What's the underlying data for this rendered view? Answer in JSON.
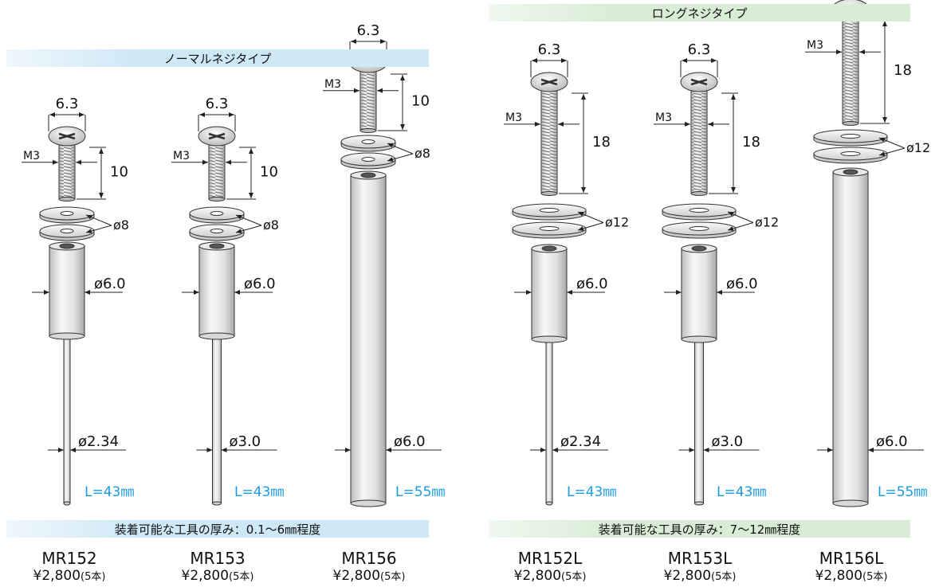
{
  "sections": {
    "normal": {
      "title": "ノーマルネジタイプ",
      "thickness_note": "装着可能な工具の厚み：0.1〜6㎜程度"
    },
    "long": {
      "title": "ロングネジタイプ",
      "thickness_note": "装着可能な工具の厚み：7〜12㎜程度"
    }
  },
  "products": [
    {
      "model": "MR152",
      "price": "¥2,800",
      "unit": "(5本)",
      "head": "6.3",
      "thread": "M3",
      "screw_len": "10",
      "washer": "ø8",
      "body": "ø6.0",
      "shank": "ø2.34",
      "length": "L=43㎜"
    },
    {
      "model": "MR153",
      "price": "¥2,800",
      "unit": "(5本)",
      "head": "6.3",
      "thread": "M3",
      "screw_len": "10",
      "washer": "ø8",
      "body": "ø6.0",
      "shank": "ø3.0",
      "length": "L=43㎜"
    },
    {
      "model": "MR156",
      "price": "¥2,800",
      "unit": "(5本)",
      "head": "6.3",
      "thread": "M3",
      "screw_len": "10",
      "washer": "ø8",
      "body": "",
      "shank": "ø6.0",
      "length": "L=55㎜"
    },
    {
      "model": "MR152L",
      "price": "¥2,800",
      "unit": "(5本)",
      "head": "6.3",
      "thread": "M3",
      "screw_len": "18",
      "washer": "ø12",
      "body": "ø6.0",
      "shank": "ø2.34",
      "length": "L=43㎜"
    },
    {
      "model": "MR153L",
      "price": "¥2,800",
      "unit": "(5本)",
      "head": "6.3",
      "thread": "M3",
      "screw_len": "18",
      "washer": "ø12",
      "body": "ø6.0",
      "shank": "ø3.0",
      "length": "L=43㎜"
    },
    {
      "model": "MR156L",
      "price": "¥2,800",
      "unit": "(5本)",
      "head": "",
      "thread": "M3",
      "screw_len": "18",
      "washer": "ø12",
      "body": "",
      "shank": "ø6.0",
      "length": "L=55㎜"
    }
  ],
  "colors": {
    "length_label": "#1a9be0",
    "normal_band": "#cfe8f6",
    "long_band": "#d9ecd6",
    "metal_light": "#f2f2f2",
    "metal_dark": "#b8b8b8",
    "outline": "#333333"
  }
}
